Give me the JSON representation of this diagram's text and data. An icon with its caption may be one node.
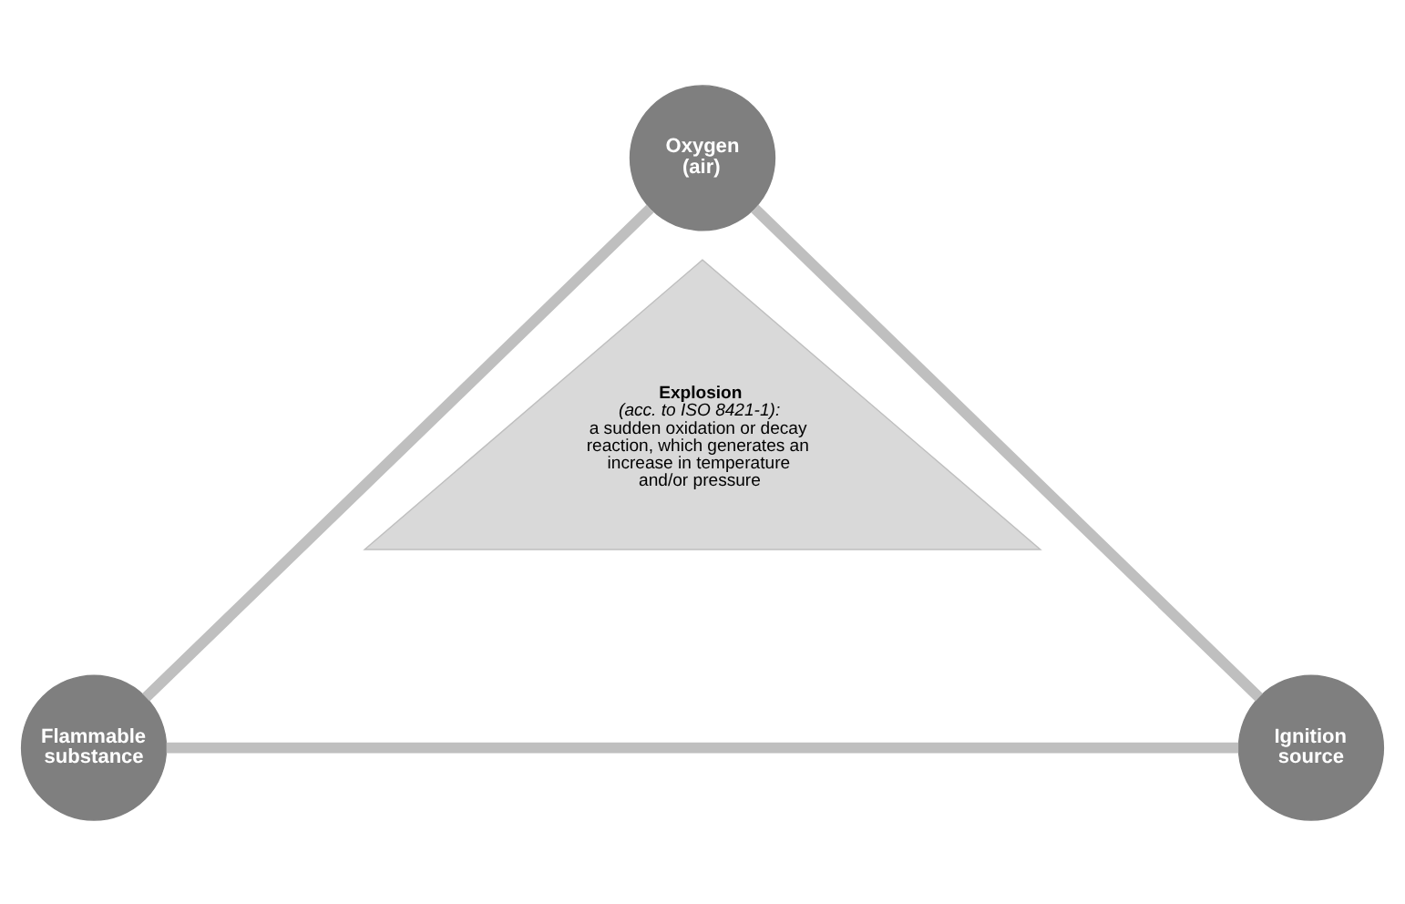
{
  "diagram": {
    "nodes": [
      {
        "text": [
          "Explosion",
          "(acc. to ISO 8421-1):",
          "a sudden oxidation or decay reaction, which generates an increase in temperature and/or pressure"
        ]
      },
      {
        "text": [
          "Oxygen (air)"
        ]
      },
      {
        "text": [
          "Flammable substance"
        ]
      },
      {
        "text": [
          "Ignition source"
        ]
      }
    ],
    "edges": [
      {
        "from": 1,
        "to": 2,
        "arrow": "none"
      },
      {
        "from": 1,
        "to": 3,
        "arrow": "none"
      },
      {
        "from": 2,
        "to": 3,
        "arrow": "none"
      }
    ]
  }
}
